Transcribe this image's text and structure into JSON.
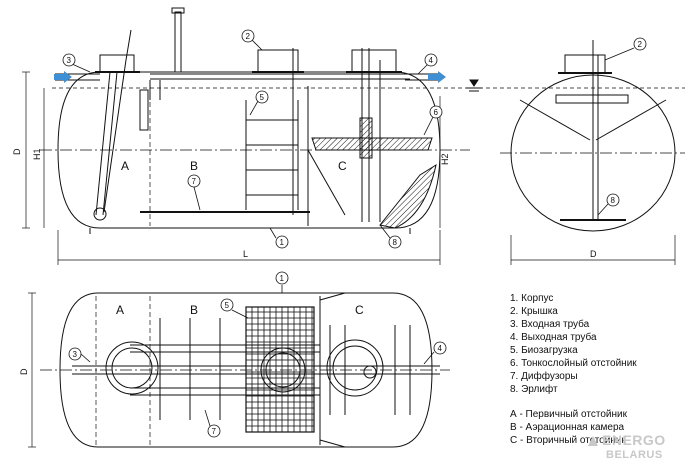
{
  "dimensions": {
    "D": "D",
    "H1": "H1",
    "H2": "H2",
    "L": "L"
  },
  "chambers": {
    "A": "A",
    "B": "B",
    "C": "C"
  },
  "callouts": [
    "1",
    "2",
    "3",
    "4",
    "5",
    "6",
    "7",
    "8"
  ],
  "legend": {
    "items": [
      "1. Корпус",
      "2. Крышка",
      "3. Входная труба",
      "4. Выходная труба",
      "5. Биозагрузка",
      "6. Тонкослойный отстойник",
      "7. Диффузоры",
      "8. Эрлифт"
    ],
    "chambers": [
      "А - Первичный отстойник",
      "В - Аэрационная камера",
      "С - Вторичный отстойник"
    ]
  },
  "logo": {
    "brand": "ENERGO",
    "country": "BELARUS"
  },
  "colors": {
    "line": "#111111",
    "arrow": "#3d8fd6",
    "watermark": "#c8c8c8"
  }
}
